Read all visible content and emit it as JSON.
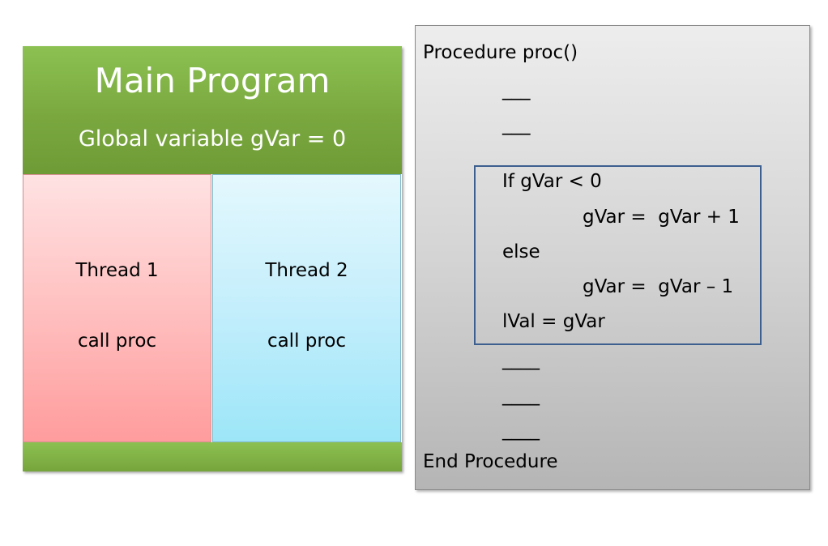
{
  "main_program": {
    "title": "Main Program",
    "global_variable": "Global variable gVar = 0",
    "threads": [
      {
        "label": "Thread 1",
        "action": "call proc"
      },
      {
        "label": "Thread 2",
        "action": "call proc"
      }
    ]
  },
  "procedure": {
    "header": "Procedure proc()",
    "before_lines": [
      "___",
      "___"
    ],
    "critical_lines": [
      "If gVar < 0",
      "gVar =  gVar + 1",
      "else",
      "gVar =  gVar – 1",
      "lVal = gVar"
    ],
    "after_lines": [
      "____",
      "____",
      "____"
    ],
    "footer": "End Procedure"
  },
  "colors": {
    "main_green": "#7aa83f",
    "thread1_pink": "#ffc0c0",
    "thread2_cyan": "#c4eefc",
    "procedure_gray": "#d4d4d4",
    "critical_border": "#3d5f8f"
  }
}
